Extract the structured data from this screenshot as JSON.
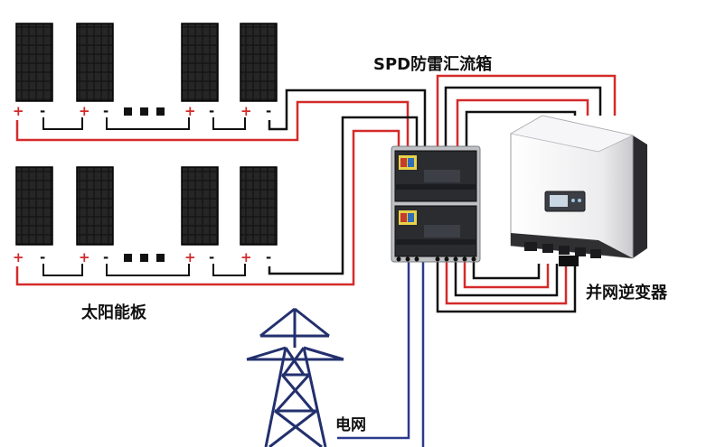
{
  "labels": {
    "spd_box": "SPD防雷汇流箱",
    "solar_panels": "太阳能板",
    "grid_inverter": "并网逆变器",
    "power_grid": "电网"
  },
  "terminal_signs": {
    "plus": "+",
    "minus": "-"
  },
  "colors": {
    "positive_wire": "#d42a2a",
    "negative_wire": "#111111",
    "grid_wire": "#2a3a8c",
    "panel": "#1b1b1b",
    "inverter": "#ececee"
  }
}
